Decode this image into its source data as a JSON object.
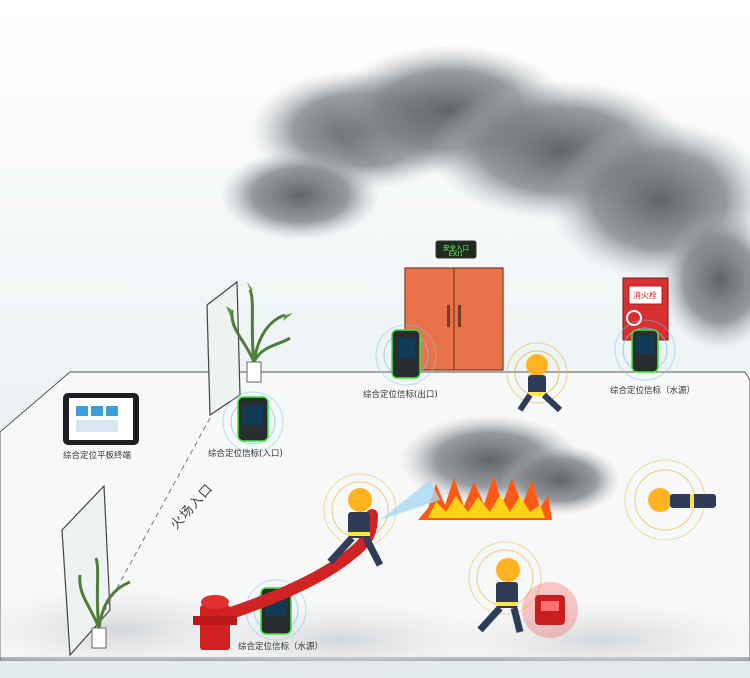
{
  "labels": {
    "tablet": "综合定位平板终端",
    "beacon_entrance": "综合定位信标(入口)",
    "beacon_exit": "综合定位信标(出口)",
    "beacon_water_right": "综合定位信标（水源）",
    "beacon_water_bottom": "综合定位信标（水源）"
  },
  "signs": {
    "exit_cn": "安全入口",
    "exit_en": "EXIT",
    "hydrant_box": "消火栓"
  },
  "entrance_text": "火场入口",
  "colors": {
    "beacon_green": "#3ee83e",
    "signal_ring": "#e8b84a",
    "beacon_blue": "#6fc7ee",
    "door": "#e8734a",
    "fire": "#ff5a14"
  }
}
